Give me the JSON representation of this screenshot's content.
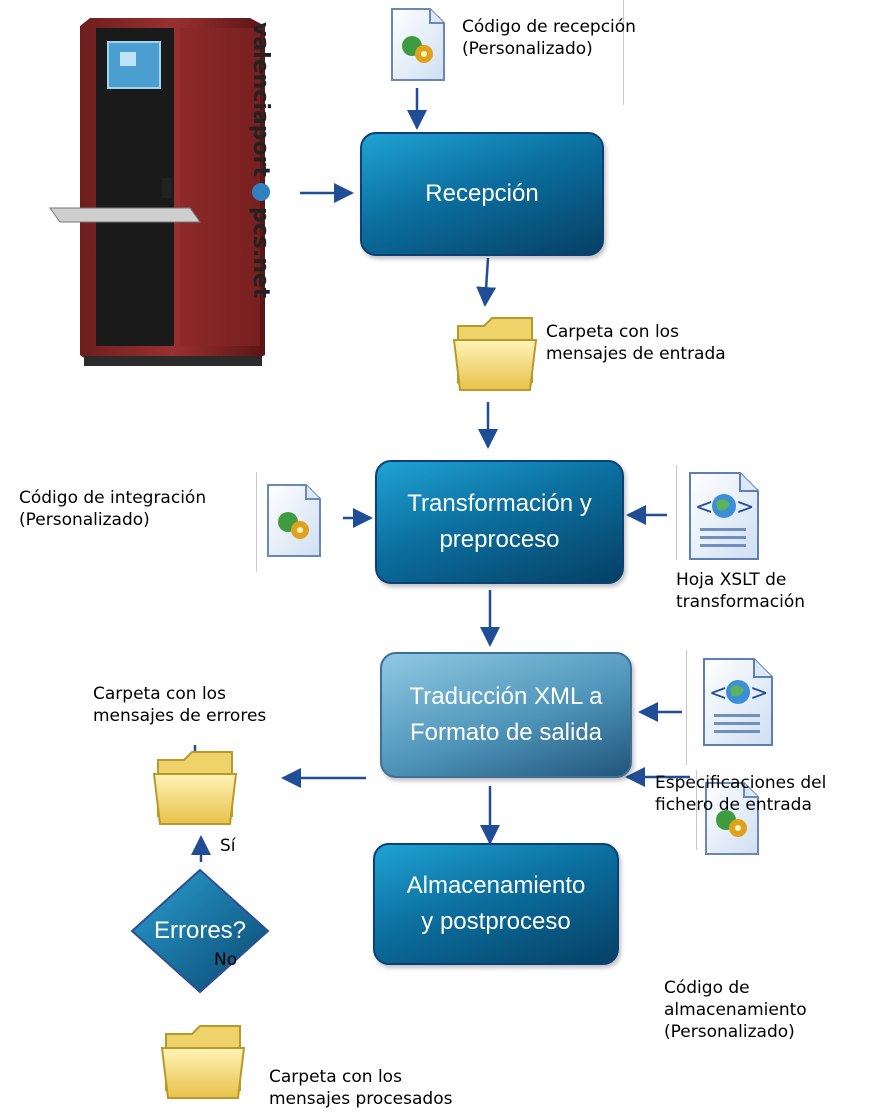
{
  "server": {
    "brand_left": "valenciaport",
    "brand_right": "pcs.net"
  },
  "nodes": {
    "recepcion": "Recepción",
    "transformacion": "Transformación y\npreproceso",
    "traduccion": "Traducción XML a\nFormato de salida",
    "almacenamiento": "Almacenamiento\ny postproceso",
    "errores": "Errores?"
  },
  "labels": {
    "codigo_recepcion": "Código de recepción\n(Personalizado)",
    "carpeta_entrada": "Carpeta con los\nmensajes de entrada",
    "codigo_integracion": "Código de integración\n(Personalizado)",
    "hoja_xslt": "Hoja XSLT de\ntransformación",
    "especificaciones": "Especificaciones del\nfichero de entrada",
    "carpeta_errores": "Carpeta con los\nmensajes de errores",
    "codigo_almacenamiento": "Código de\nalmacenamiento\n(Personalizado)",
    "carpeta_procesados": "Carpeta con los\nmensajes procesados",
    "si": "Sí",
    "no": "No"
  },
  "colors": {
    "arrow": "#1f4e96",
    "box_dark": "#0b6f9f",
    "box_light": "#4f95ba"
  }
}
